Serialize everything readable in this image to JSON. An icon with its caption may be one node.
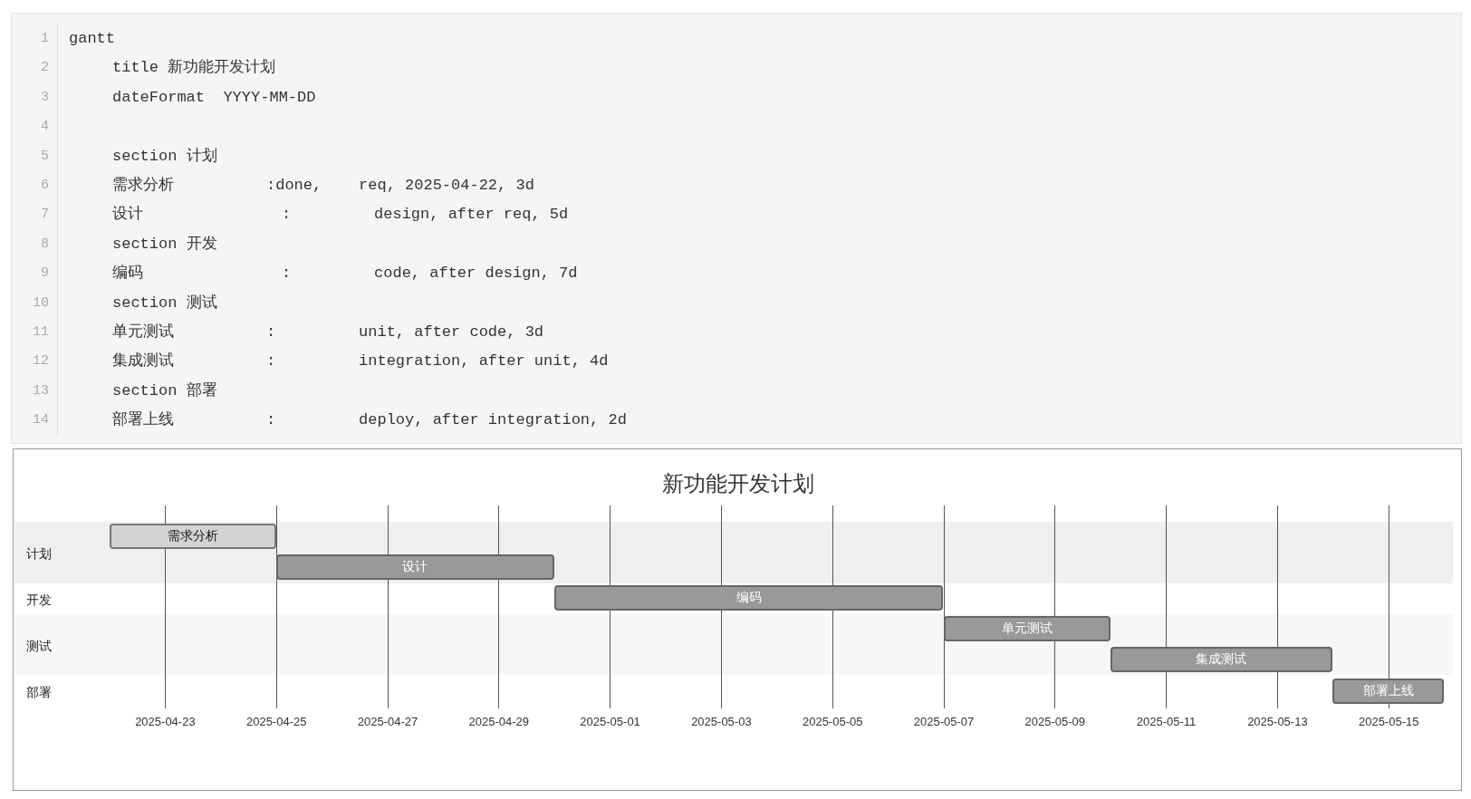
{
  "diagram": {
    "title": "新功能开发计划",
    "nodes": [
      {
        "text": [
          "需求分析"
        ]
      },
      {
        "text": [
          "设计"
        ]
      },
      {
        "text": [
          "编码"
        ]
      },
      {
        "text": [
          "单元测试"
        ]
      },
      {
        "text": [
          "集成测试"
        ]
      },
      {
        "text": [
          "部署上线"
        ]
      }
    ],
    "labels": [
      "1",
      "gantt",
      "2",
      "title 新功能开发计划",
      "3",
      "dateFormat  YYYY-MM-DD",
      "4",
      "5",
      "section 计划",
      "6",
      "需求分析          :done,    req, 2025-04-22, 3d",
      "7",
      "设计               :         design, after req, 5d",
      "8",
      "section 开发",
      "9",
      "编码               :         code, after design, 7d",
      "10",
      "section 测试",
      "11",
      "单元测试          :         unit, after code, 3d",
      "12",
      "集成测试          :         integration, after unit, 4d",
      "13",
      "section 部署",
      "14",
      "部署上线          :         deploy, after integration, 2d",
      "计划",
      "开发",
      "测试",
      "部署",
      "2025-04-23",
      "2025-04-25",
      "2025-04-27",
      "2025-04-29",
      "2025-05-01",
      "2025-05-03",
      "2025-05-05",
      "2025-05-07",
      "2025-05-09",
      "2025-05-11",
      "2025-05-13",
      "2025-05-15"
    ]
  }
}
